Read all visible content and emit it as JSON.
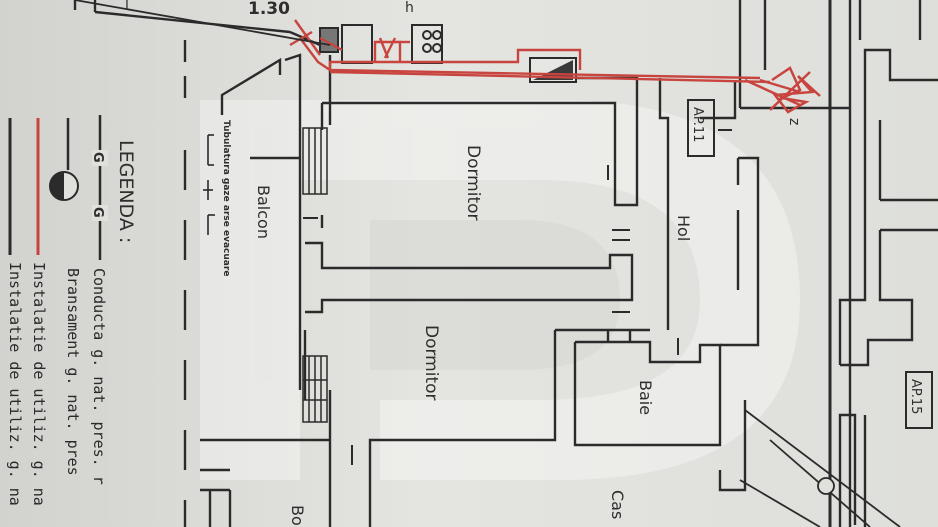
{
  "dimension_label": "1.30",
  "apartment_labels": {
    "current": "AP.11",
    "neighbor": "AP.15"
  },
  "rooms": {
    "dormitor_1": "Dormitor",
    "dormitor_2": "Dormitor",
    "hol": "Hol",
    "baie": "Baie",
    "balcon": "Balcon",
    "bottom_partial": "Bo",
    "cas_partial": "Cas"
  },
  "pipe_note": "Tubulatura gaze arse evacuare",
  "legend": {
    "title": "LEGENDA :",
    "items": [
      {
        "symbol": "gas-line",
        "code": "G",
        "text": "Conducta g. nat. pres. r"
      },
      {
        "symbol": "branch",
        "text": "Bransament g. nat. pres"
      },
      {
        "symbol": "red-line",
        "text": "Instalatie de utiliz. g. na"
      },
      {
        "symbol": "black-line",
        "text": "Instalatie de utiliz. g. na"
      }
    ]
  },
  "colors": {
    "gas_red": "#c8443f",
    "ink": "#2b2b2b",
    "paper": "#e0e0dc"
  }
}
